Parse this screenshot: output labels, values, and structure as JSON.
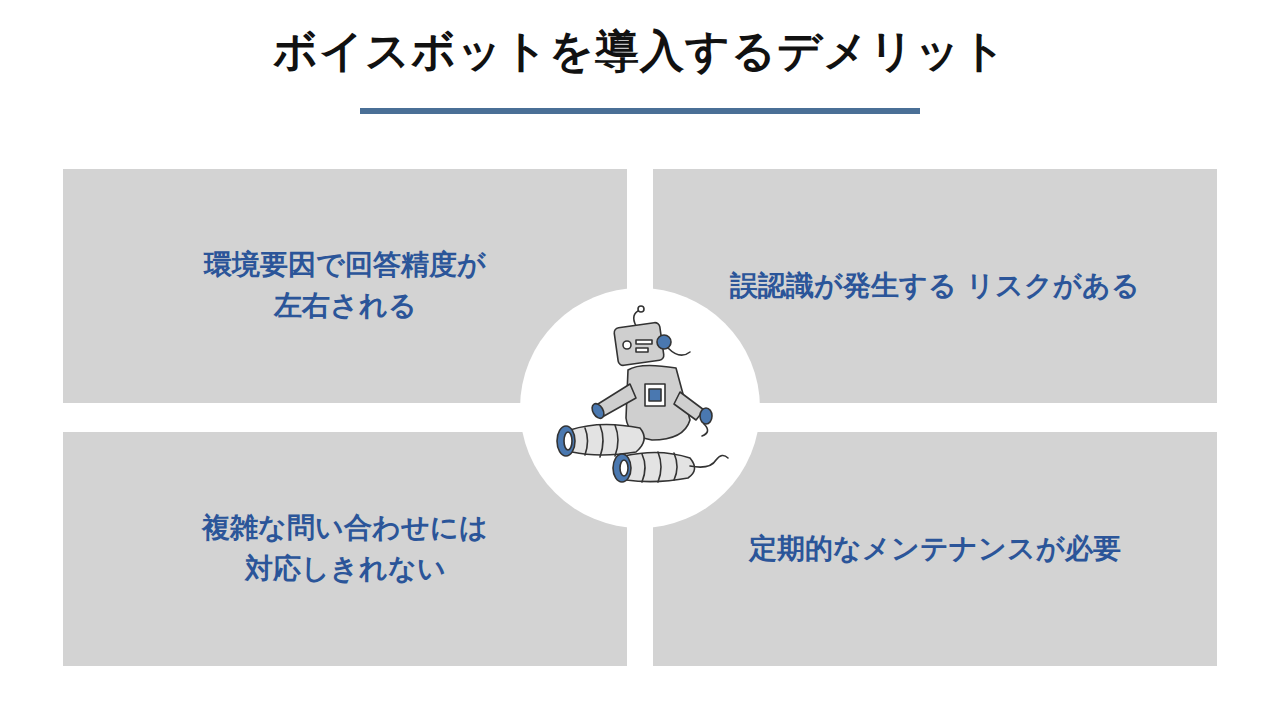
{
  "diagram": {
    "title": "ボイスボットを導入するデメリット",
    "nodes": [
      {
        "text": [
          "環境要因で回答精度が 左右される"
        ]
      },
      {
        "text": [
          "誤認識が発生する リスクがある"
        ]
      },
      {
        "text": [
          "複雑な問い合わせには 対応しきれない"
        ]
      },
      {
        "text": [
          "定期的なメンテナンスが必要"
        ]
      }
    ]
  }
}
